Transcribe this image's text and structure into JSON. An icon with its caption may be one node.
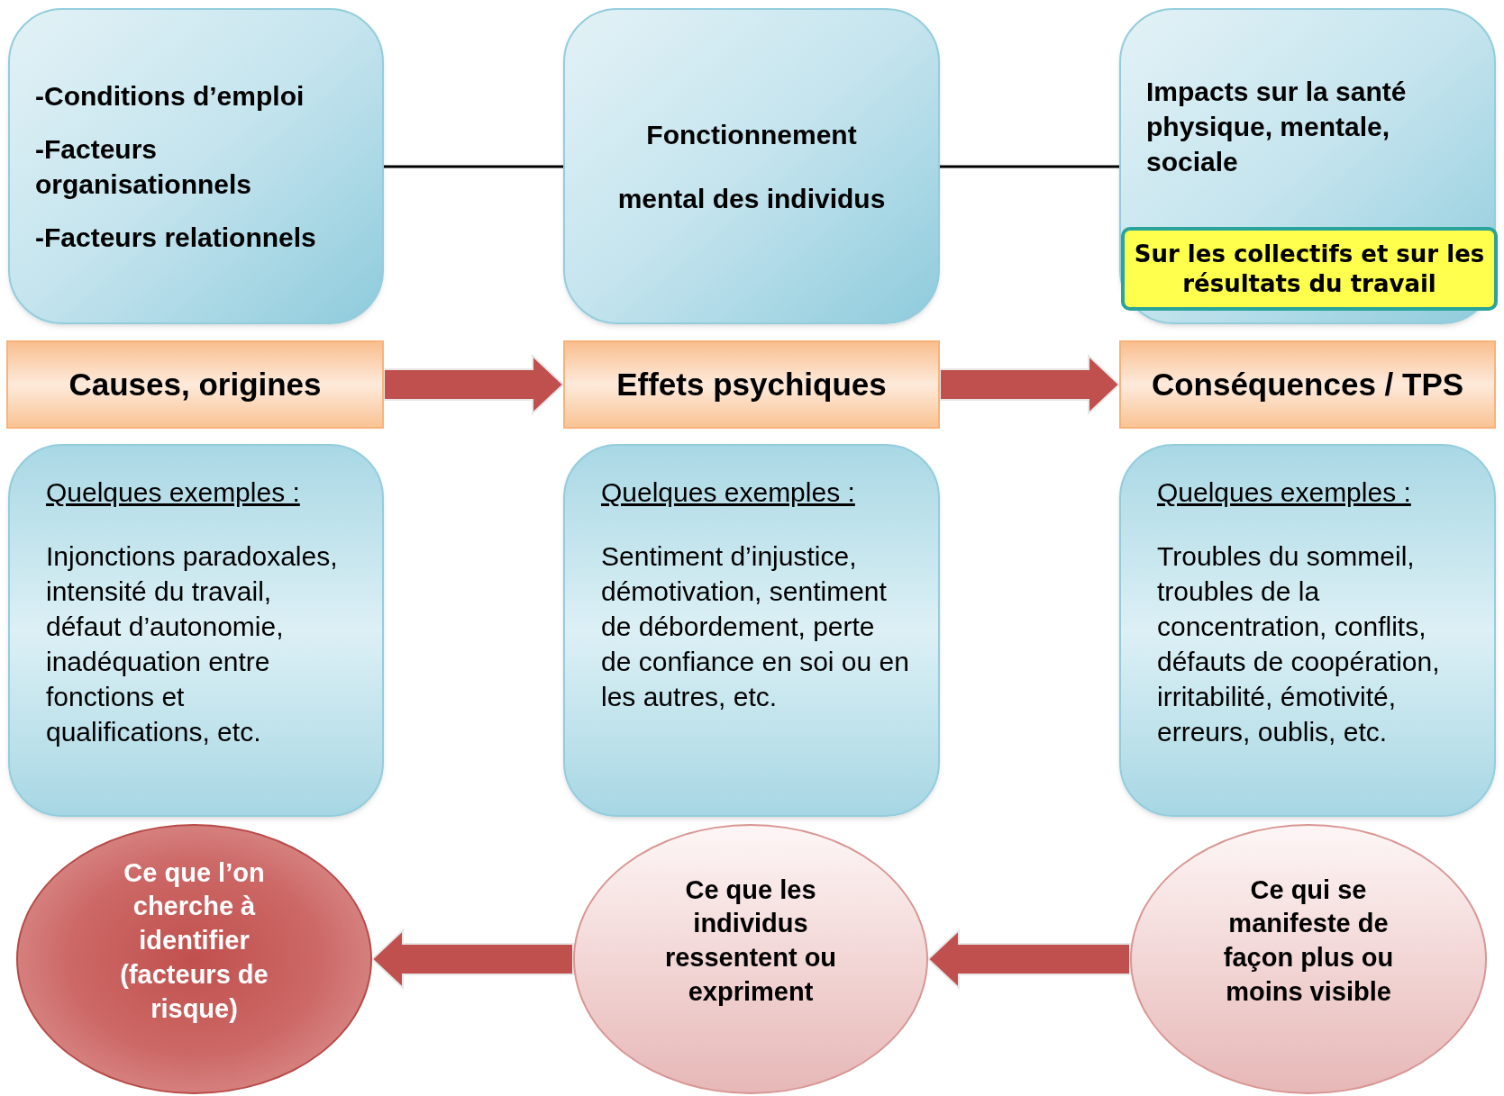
{
  "diagram": {
    "nodes": [
      {
        "text": [
          "-Conditions d’emploi",
          "-Facteurs organisationnels",
          "-Facteurs relationnels"
        ]
      },
      {
        "text": [
          "Fonctionnement",
          "mental des individus"
        ]
      },
      {
        "text": [
          "Impacts sur la santé physique, mentale, sociale"
        ]
      },
      {
        "text": [
          "Sur les collectifs et sur les résultats du travail"
        ],
        "in": 2
      },
      {
        "text": [
          "Causes, origines"
        ]
      },
      {
        "text": [
          "Effets psychiques"
        ]
      },
      {
        "text": [
          "Conséquences / TPS"
        ]
      },
      {
        "text": [
          "Quelques exemples :",
          "Injonctions paradoxales, intensité du travail, défaut d’autonomie, inadéquation entre fonctions et qualifications, etc."
        ]
      },
      {
        "text": [
          "Quelques exemples :",
          "Sentiment d’injustice, démotivation, sentiment de débordement, perte de confiance en soi ou en les autres, etc."
        ]
      },
      {
        "text": [
          "Quelques exemples :",
          "Troubles du sommeil, troubles de la concentration, conflits, défauts de coopération, irritabilité, émotivité, erreurs, oublis, etc."
        ]
      },
      {
        "text": [
          "Ce que l’on cherche à identifier (facteurs de risque)"
        ]
      },
      {
        "text": [
          "Ce que les individus ressentent ou expriment"
        ]
      },
      {
        "text": [
          "Ce qui se manifeste de façon plus ou moins visible"
        ]
      }
    ],
    "edges": [
      {
        "from": 0,
        "to": 1,
        "arrow": "none"
      },
      {
        "from": 1,
        "to": 2,
        "arrow": "none"
      },
      {
        "from": 4,
        "to": 5,
        "arrow": "to",
        "style": "thick",
        "color": "#c0504d"
      },
      {
        "from": 5,
        "to": 6,
        "arrow": "to",
        "style": "thick",
        "color": "#c0504d"
      },
      {
        "from": 12,
        "to": 11,
        "arrow": "to",
        "style": "thick",
        "color": "#c0504d"
      },
      {
        "from": 11,
        "to": 10,
        "arrow": "to",
        "style": "thick",
        "color": "#c0504d"
      }
    ]
  }
}
